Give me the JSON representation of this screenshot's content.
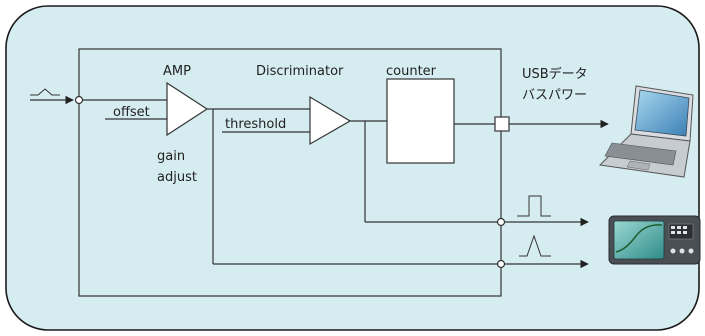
{
  "colors": {
    "panel_fill": "#d5ecf0",
    "panel_stroke": "#1a1a1a",
    "line": "#333333",
    "block_fill": "#ffffff"
  },
  "input": {
    "pulse_icon": "small-pulse-icon"
  },
  "amp": {
    "title": "AMP",
    "offset_label": "offset",
    "gain_label": "gain",
    "adjust_label": "adjust"
  },
  "discriminator": {
    "title": "Discriminator",
    "threshold_label": "threshold"
  },
  "counter": {
    "title": "counter"
  },
  "usb": {
    "label_line1": "USBデータ",
    "label_line2": "バスパワー"
  },
  "outputs": {
    "digital_pulse_icon": "square-pulse-icon",
    "analog_pulse_icon": "analog-pulse-icon"
  },
  "devices": {
    "laptop_icon": "laptop-icon",
    "oscilloscope_icon": "oscilloscope-icon"
  }
}
